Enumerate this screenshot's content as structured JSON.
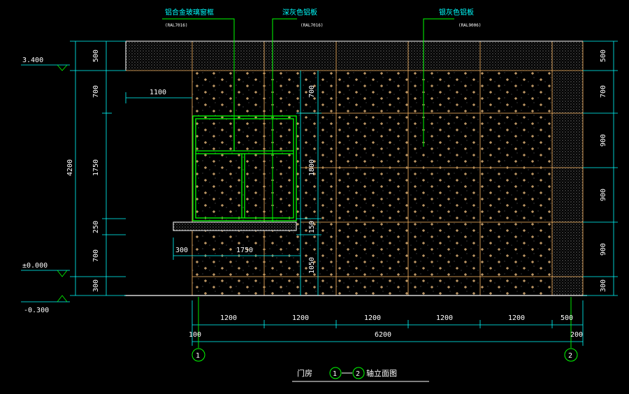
{
  "callouts": [
    {
      "label": "铝合金玻璃窗框",
      "code": "(RAL7016)"
    },
    {
      "label": "深灰色铝板",
      "code": "(RAL7016)"
    },
    {
      "label": "银灰色铝板",
      "code": "(RAL9006)"
    }
  ],
  "elevations": {
    "top": "3.400",
    "zero": "±0.000",
    "bottom": "-0.300"
  },
  "left_dims": {
    "total": "4200",
    "segments": [
      "500",
      "700",
      "1750",
      "250",
      "700",
      "300"
    ]
  },
  "right_dims": [
    "500",
    "700",
    "900",
    "900",
    "900",
    "300"
  ],
  "inner_dims": {
    "d1100": "1100",
    "d300": "300",
    "d1750": "1750",
    "d700": "700",
    "d1800": "1800",
    "d150": "150",
    "d1050": "1050"
  },
  "bottom_dims": {
    "segments": [
      "1200",
      "1200",
      "1200",
      "1200",
      "1200",
      "500"
    ],
    "total": "6200",
    "left_offset": "100",
    "right_offset": "200"
  },
  "axes": [
    "1",
    "2"
  ],
  "title": {
    "prefix": "门房",
    "axis_from": "1",
    "axis_to": "2",
    "suffix": "轴立面图"
  },
  "colors": {
    "background": "#000000",
    "dim": "#00ffff",
    "panel": "#ffbb66",
    "window": "#00ff00",
    "wall": "#ffffff"
  }
}
